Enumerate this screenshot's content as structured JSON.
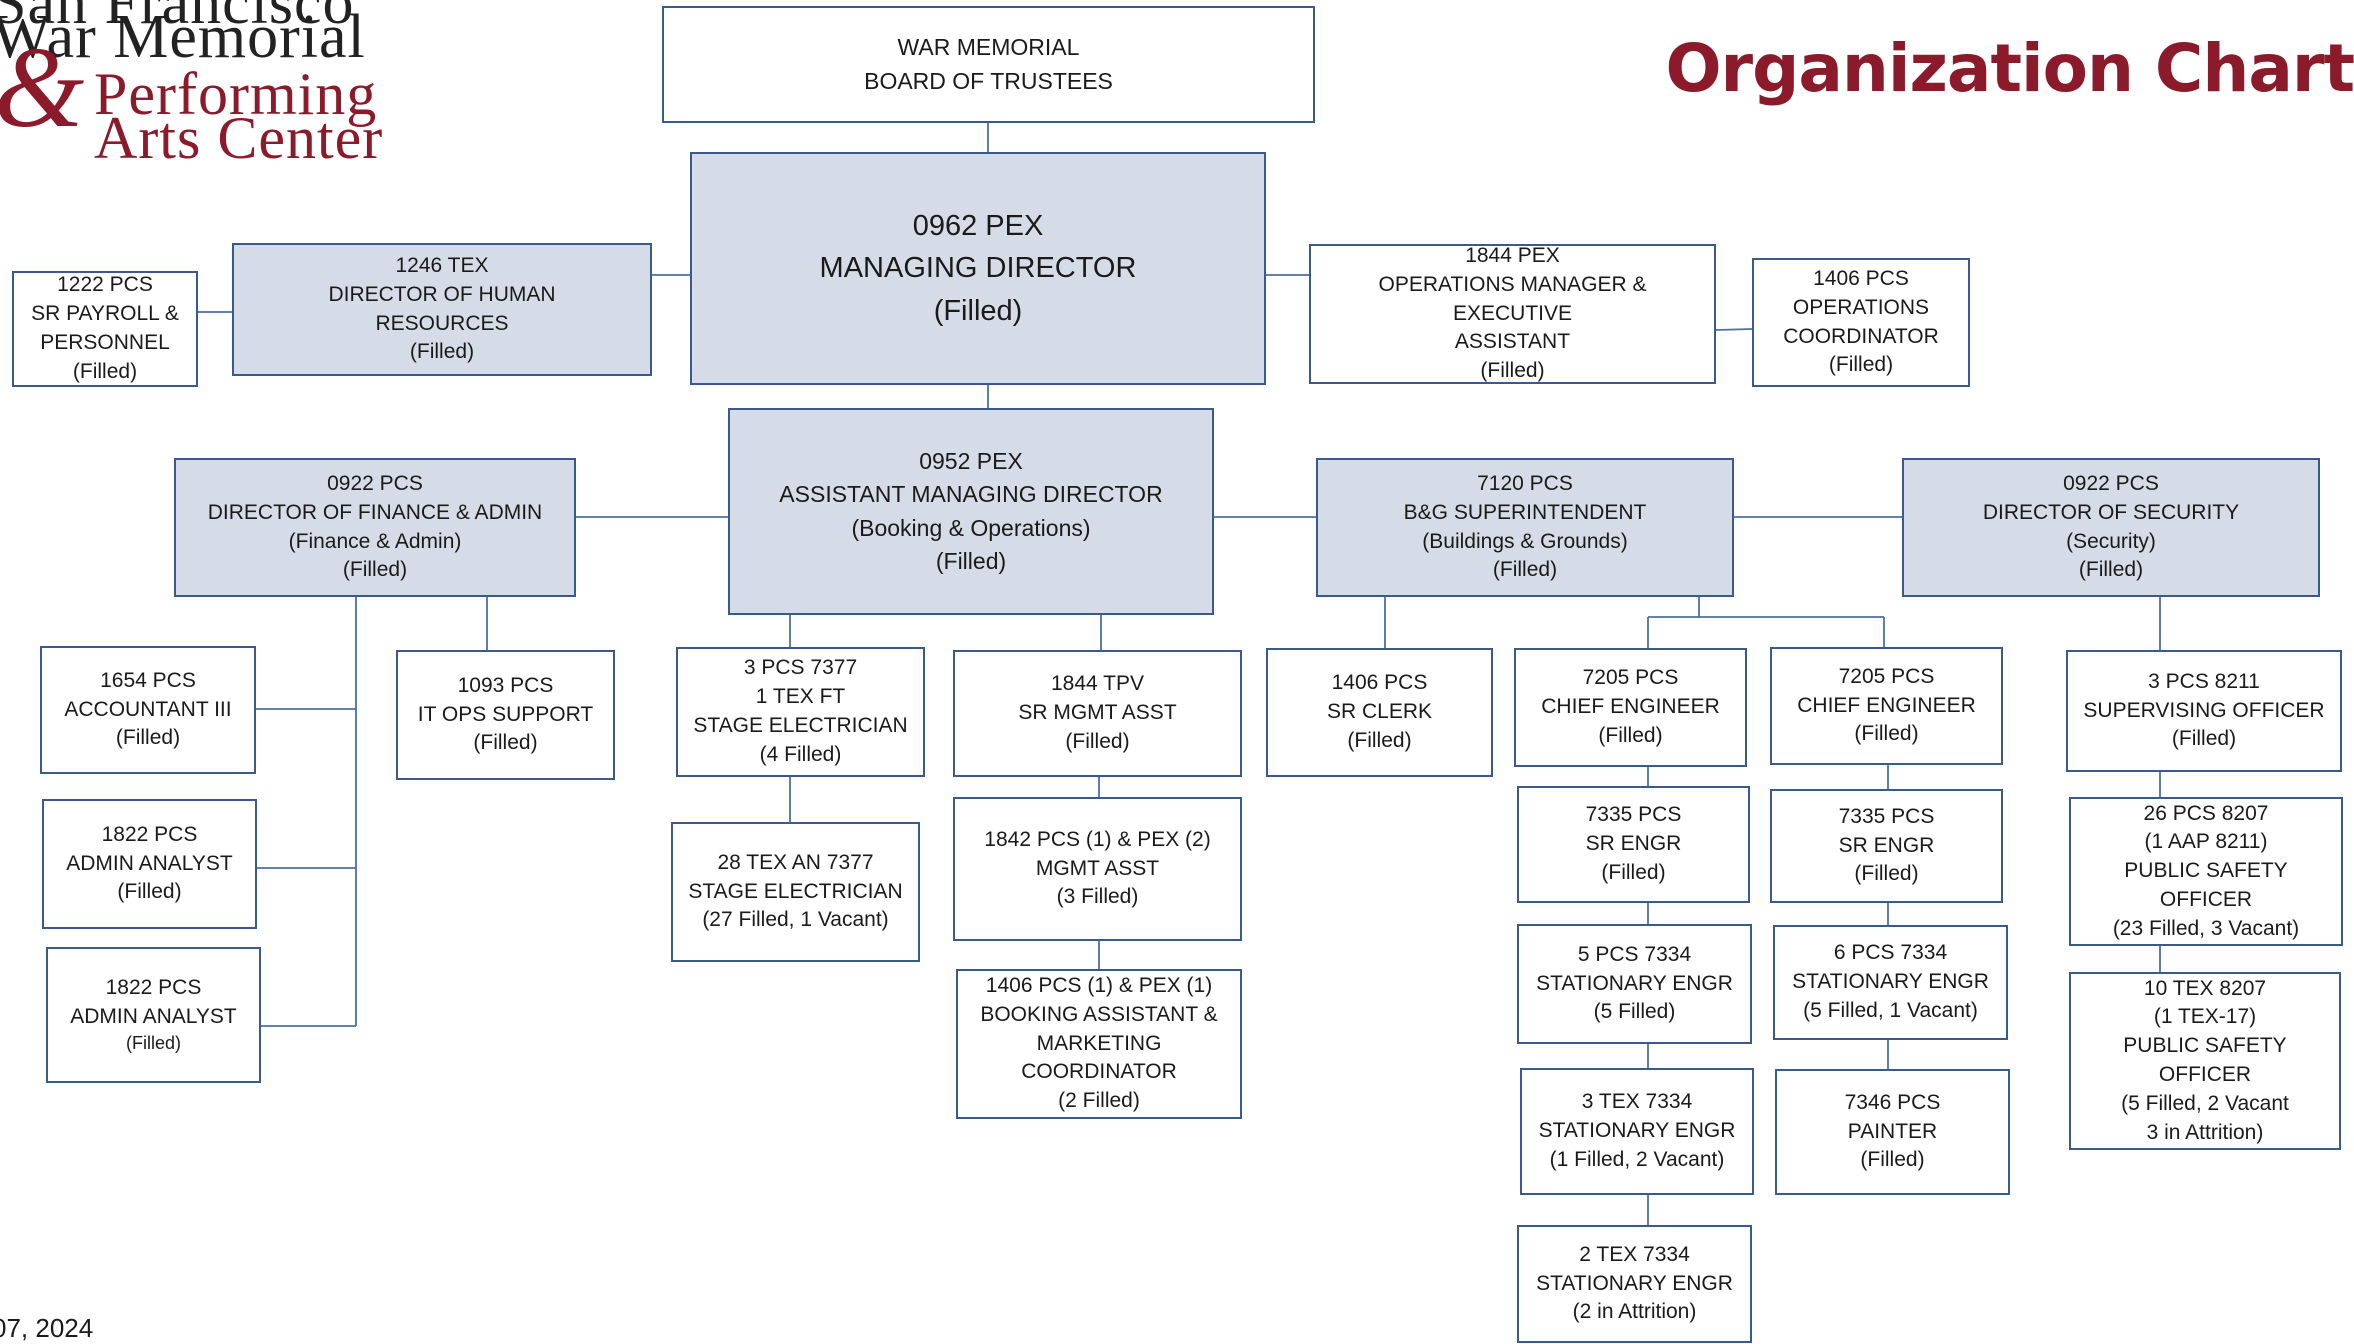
{
  "logo": {
    "line1": "San Francisco",
    "line2": "War Memorial",
    "ampersand": "&",
    "line3": "Performing",
    "line4": "Arts Center"
  },
  "title": "Organization Chart",
  "footer_date": "07, 2024",
  "colors": {
    "title": "#8b1a2b",
    "box_border": "#3b5a8c",
    "box_shaded": "#d5dce8",
    "connector": "#4a6fa5"
  },
  "boxes": {
    "board": [
      "WAR MEMORIAL",
      "BOARD OF TRUSTEES"
    ],
    "md": [
      "0962 PEX",
      "MANAGING DIRECTOR",
      "(Filled)"
    ],
    "hr": [
      "1246 TEX",
      "DIRECTOR OF HUMAN",
      "RESOURCES",
      "(Filled)"
    ],
    "payroll": [
      "1222 PCS",
      "SR PAYROLL &",
      "PERSONNEL",
      "(Filled)"
    ],
    "ops_mgr": [
      "1844 PEX",
      "OPERATIONS MANAGER & EXECUTIVE",
      "ASSISTANT",
      "(Filled)"
    ],
    "ops_coord": [
      "1406 PCS",
      "OPERATIONS",
      "COORDINATOR",
      "(Filled)"
    ],
    "amd": [
      "0952 PEX",
      "ASSISTANT MANAGING DIRECTOR",
      "(Booking & Operations)",
      "(Filled)"
    ],
    "finance": [
      "0922 PCS",
      "DIRECTOR OF FINANCE & ADMIN",
      "(Finance & Admin)",
      "(Filled)"
    ],
    "bg": [
      "7120 PCS",
      "B&G SUPERINTENDENT",
      "(Buildings & Grounds)",
      "(Filled)"
    ],
    "security": [
      "0922 PCS",
      "DIRECTOR OF SECURITY",
      "(Security)",
      "(Filled)"
    ],
    "accountant": [
      "1654 PCS",
      "ACCOUNTANT III",
      "(Filled)"
    ],
    "analyst1": [
      "1822 PCS",
      "ADMIN ANALYST",
      "(Filled)"
    ],
    "analyst2": [
      "1822 PCS",
      "ADMIN ANALYST",
      "(Filled)"
    ],
    "it_ops": [
      "1093 PCS",
      "IT OPS SUPPORT",
      "(Filled)"
    ],
    "stage_elec": [
      "3 PCS  7377",
      "1 TEX FT",
      "STAGE ELECTRICIAN",
      "(4 Filled)"
    ],
    "stage_elec_an": [
      "28 TEX AN 7377",
      "STAGE ELECTRICIAN",
      "(27 Filled, 1 Vacant)"
    ],
    "sr_mgmt_asst": [
      "1844 TPV",
      "SR MGMT ASST",
      "(Filled)"
    ],
    "mgmt_asst": [
      "1842 PCS (1) & PEX (2)",
      "MGMT ASST",
      "(3 Filled)"
    ],
    "booking": [
      "1406 PCS (1) & PEX (1)",
      "BOOKING ASSISTANT &",
      "MARKETING",
      "COORDINATOR",
      "(2 Filled)"
    ],
    "sr_clerk": [
      "1406 PCS",
      "SR CLERK",
      "(Filled)"
    ],
    "chief_eng_l": [
      "7205 PCS",
      "CHIEF ENGINEER",
      "(Filled)"
    ],
    "chief_eng_r": [
      "7205 PCS",
      "CHIEF ENGINEER",
      "(Filled)"
    ],
    "sr_engr_l": [
      "7335 PCS",
      "SR ENGR",
      "(Filled)"
    ],
    "sr_engr_r": [
      "7335 PCS",
      "SR ENGR",
      "(Filled)"
    ],
    "stat_eng_l1": [
      "5 PCS 7334",
      "STATIONARY ENGR",
      "(5 Filled)"
    ],
    "stat_eng_r1": [
      "6 PCS 7334",
      "STATIONARY ENGR",
      "(5 Filled, 1 Vacant)"
    ],
    "stat_eng_l2": [
      "3 TEX 7334",
      "STATIONARY ENGR",
      "(1 Filled, 2 Vacant)"
    ],
    "painter": [
      "7346 PCS",
      "PAINTER",
      "(Filled)"
    ],
    "stat_eng_l3": [
      "2 TEX 7334",
      "STATIONARY ENGR",
      "(2  in Attrition)"
    ],
    "sup_officer": [
      "3 PCS 8211",
      "SUPERVISING OFFICER",
      "(Filled)"
    ],
    "pso_pcs": [
      "26 PCS 8207",
      "(1 AAP 8211)",
      "PUBLIC SAFETY OFFICER",
      "(23 Filled, 3 Vacant)"
    ],
    "pso_tex": [
      "10 TEX 8207",
      "(1 TEX-17)",
      "PUBLIC SAFETY OFFICER",
      "(5 Filled, 2 Vacant",
      "3 in Attrition)"
    ]
  }
}
